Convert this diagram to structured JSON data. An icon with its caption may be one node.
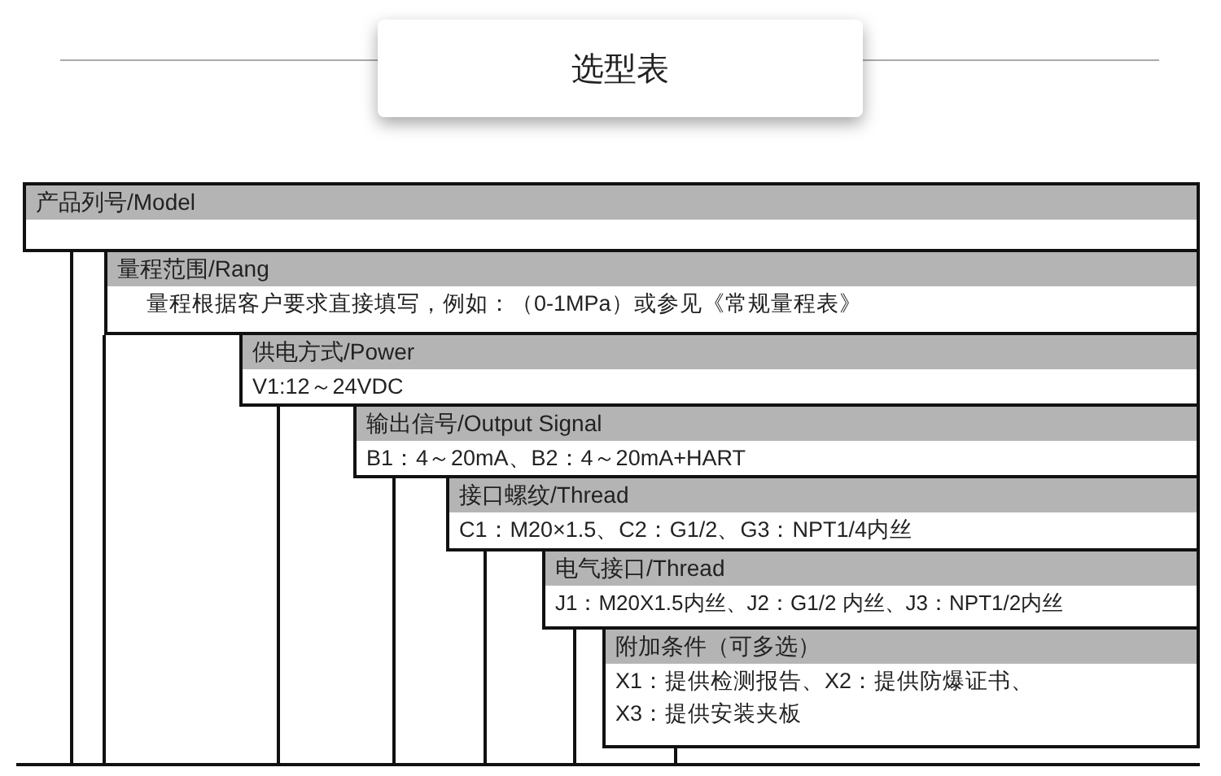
{
  "diagram": {
    "title": "选型表",
    "nodes": [
      {
        "text": [
          "产品列号/Model"
        ]
      },
      {
        "text": [
          "量程范围/Rang",
          "量程根据客户要求直接填写，例如：（0-1MPa）或参见《常规量程表》"
        ]
      },
      {
        "text": [
          "供电方式/Power",
          "V1:12～24VDC"
        ]
      },
      {
        "text": [
          "输出信号/Output Signal",
          "B1：4～20mA、B2：4～20mA+HART"
        ]
      },
      {
        "text": [
          "接口螺纹/Thread",
          "C1：M20×1.5、C2：G1/2、G3：NPT1/4内丝"
        ]
      },
      {
        "text": [
          "电气接口/Thread",
          "J1：M20X1.5内丝、J2：G1/2 内丝、J3：NPT1/2内丝"
        ]
      },
      {
        "text": [
          "附加条件（可多选）",
          "X1：提供检测报告、X2：提供防爆证书、 X3：提供安装夹板"
        ]
      },
      {
        "text": [],
        "shape": "box"
      }
    ],
    "edges": [
      {
        "from": 0,
        "to": 7,
        "arrow": "none"
      },
      {
        "from": 1,
        "to": 7,
        "arrow": "none"
      },
      {
        "from": 2,
        "to": 7,
        "arrow": "none"
      },
      {
        "from": 3,
        "to": 7,
        "arrow": "none"
      },
      {
        "from": 4,
        "to": 7,
        "arrow": "none"
      },
      {
        "from": 5,
        "to": 7,
        "arrow": "none"
      },
      {
        "from": 6,
        "to": 7,
        "arrow": "none"
      }
    ]
  }
}
